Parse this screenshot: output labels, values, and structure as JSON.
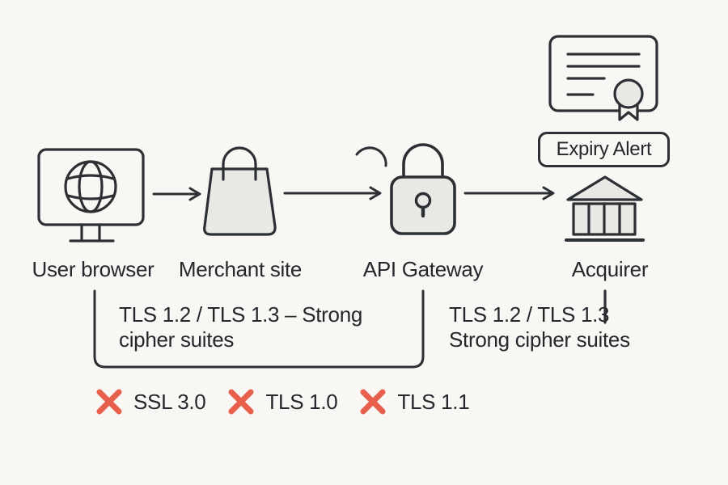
{
  "title": "TLS security flow diagram",
  "colors": {
    "background": "#f8f7f4",
    "stroke": "#2c3034",
    "icon_fill": "#e8e8e5",
    "text": "#24282c",
    "danger_red": "#e8604c"
  },
  "nodes": [
    {
      "id": "user-browser",
      "label": "User browser",
      "icon": "monitor-globe-icon"
    },
    {
      "id": "merchant-site",
      "label": "Merchant site",
      "icon": "shopping-bag-icon"
    },
    {
      "id": "api-gateway",
      "label": "API Gateway",
      "icon": "padlock-icon"
    },
    {
      "id": "acquirer",
      "label": "Acquirer",
      "icon": "bank-icon"
    }
  ],
  "badge": {
    "label": "Expiry Alert",
    "icon": "certificate-icon"
  },
  "annotations": {
    "client_span": {
      "line1": "TLS 1.2 / TLS 1.3 – Strong",
      "line2": "cipher suites"
    },
    "acquirer_link": {
      "line1": "TLS 1.2 / TLS 1.3",
      "line2": "Strong cipher suites"
    }
  },
  "deprecated": [
    {
      "label": "SSL 3.0",
      "icon": "cross-icon"
    },
    {
      "label": "TLS 1.0",
      "icon": "cross-icon"
    },
    {
      "label": "TLS 1.1",
      "icon": "cross-icon"
    }
  ]
}
